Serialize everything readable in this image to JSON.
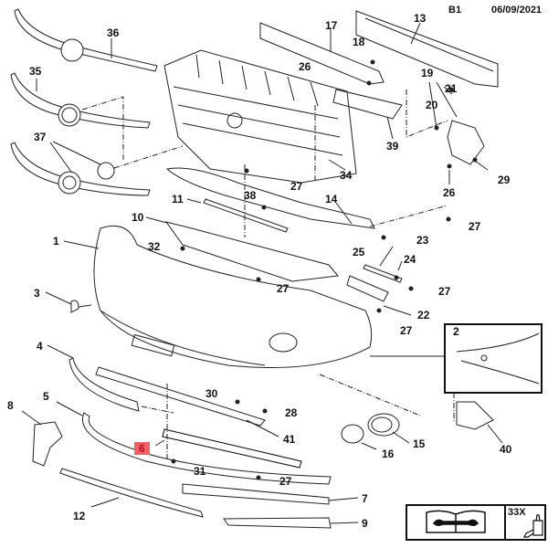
{
  "header": {
    "section": "B1",
    "date": "06/09/2021"
  },
  "highlight_color": "#f0626a",
  "highlighted_part": "6",
  "labels": {
    "p1": "1",
    "p2": "2",
    "p3": "3",
    "p4": "4",
    "p5": "5",
    "p6": "6",
    "p7": "7",
    "p8": "8",
    "p9": "9",
    "p10": "10",
    "p11": "11",
    "p12": "12",
    "p13": "13",
    "p14": "14",
    "p15": "15",
    "p16": "16",
    "p17": "17",
    "p18": "18",
    "p19": "19",
    "p20": "20",
    "p21": "21",
    "p22": "22",
    "p23": "23",
    "p24": "24",
    "p25": "25",
    "p26a": "26",
    "p26b": "26",
    "p27a": "27",
    "p27b": "27",
    "p27c": "27",
    "p27d": "27",
    "p27e": "27",
    "p27f": "27",
    "p28": "28",
    "p29": "29",
    "p30": "30",
    "p31": "31",
    "p32": "32",
    "p33": "33X",
    "p34": "34",
    "p35": "35",
    "p36": "36",
    "p37": "37",
    "p38": "38",
    "p39": "39",
    "p40": "40",
    "p41": "41"
  },
  "legend": {
    "manual_icon": "repair-manual-icon",
    "code": "33X",
    "adhesive_icon": "adhesive-tube-icon"
  }
}
